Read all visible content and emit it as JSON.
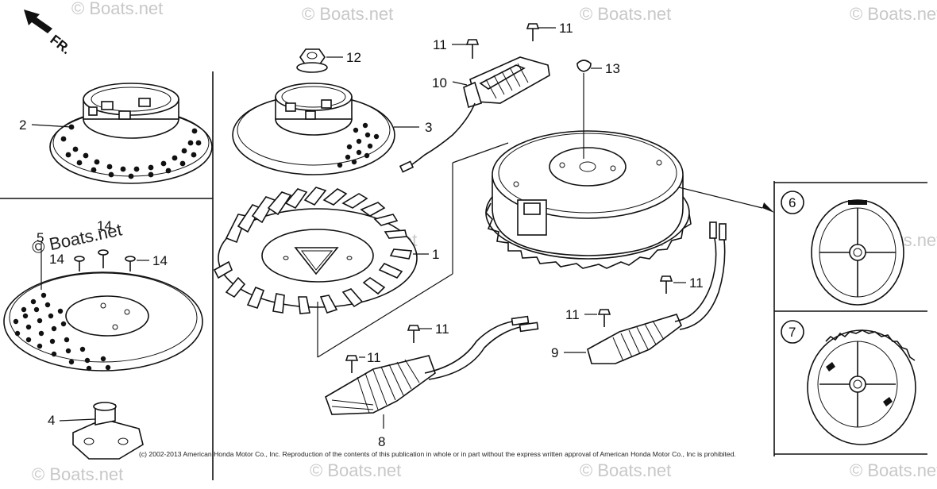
{
  "direction": {
    "label": "FR.",
    "icon": "front-direction-arrow-icon"
  },
  "watermark": {
    "text": "© Boats.net",
    "logo_text": "© Boats.net"
  },
  "copyright": "(c) 2002-2013 American Honda Motor Co., Inc. Reproduction of the contents of this publication in whole or in part without the express written approval of American Honda Motor Co., Inc is prohibited.",
  "callouts": {
    "c1": "1",
    "c2": "2",
    "c3": "3",
    "c4": "4",
    "c5": "5",
    "c6": "6",
    "c7": "7",
    "c8": "8",
    "c9": "9",
    "c10": "10",
    "c11a": "11",
    "c11b": "11",
    "c11c": "11",
    "c11d": "11",
    "c11e": "11",
    "c11f": "11",
    "c12": "12",
    "c13": "13",
    "c14a": "14",
    "c14b": "14",
    "c14c": "14"
  }
}
